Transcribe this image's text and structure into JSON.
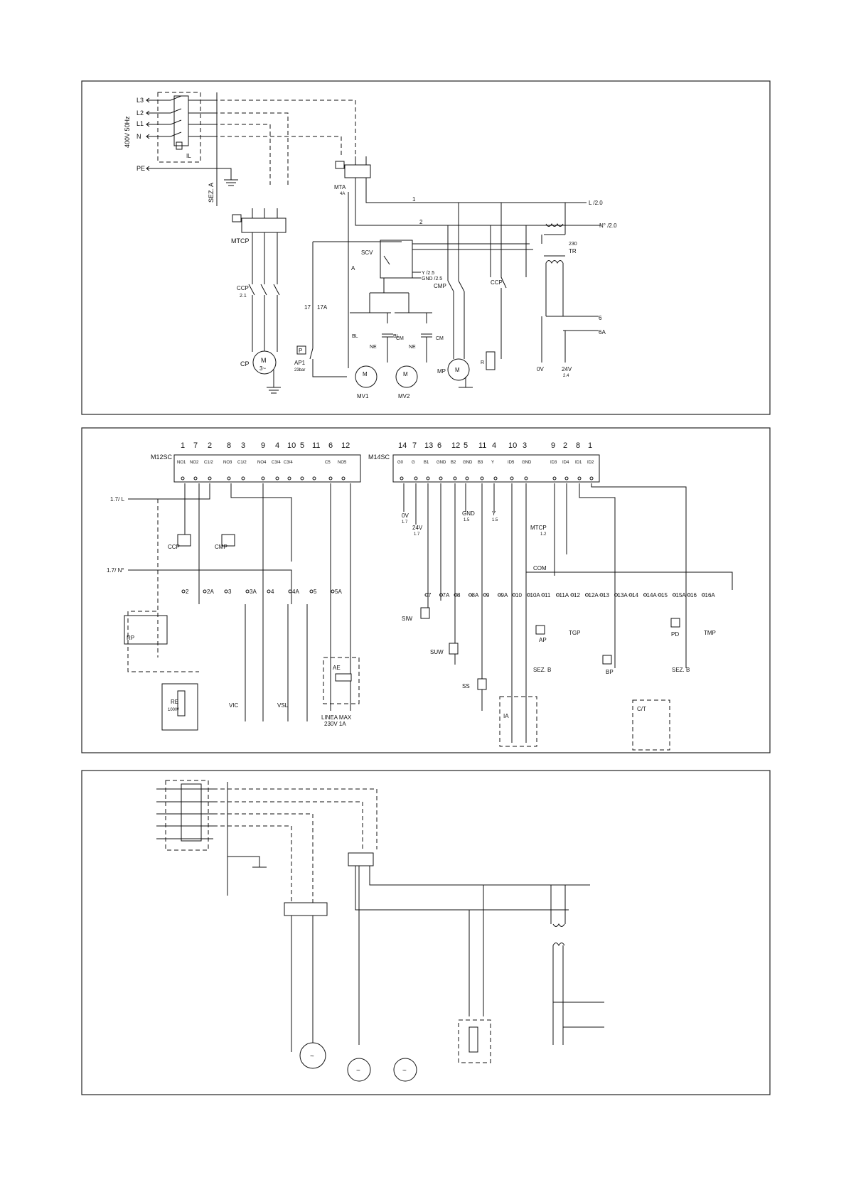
{
  "panel_a": {
    "supply_label": "400V 50Hz",
    "phases": [
      "L3",
      "L2",
      "L1",
      "N"
    ],
    "pe": "PE",
    "switch": "IL",
    "sez": "SEZ. A",
    "mtcp": "MTCP",
    "ccp": "CCP",
    "ccp_ref": "2.1",
    "cp": "CP",
    "ap1": "AP1",
    "ap1_sub": "23bar",
    "mta": "MTA",
    "mta_sub": "4A",
    "scv": "SCV",
    "out_l": "L /2.0",
    "out_n": "N° /2.0",
    "out_y": "Y /2.5",
    "out_gnd": "GND /2.5",
    "tr": "TR",
    "tr_v": "230",
    "cmp": "CMP",
    "mp": "MP",
    "mv1": "MV1",
    "mv2": "MV2",
    "v0": "0V",
    "v24": "24V",
    "ref24": "2.4",
    "t6": "6",
    "t6a": "6A"
  },
  "panel_b": {
    "m12": "M12SC",
    "m12_nums": [
      "1",
      "7",
      "2",
      "8",
      "3",
      "9",
      "4",
      "10",
      "5",
      "11",
      "6",
      "12"
    ],
    "m12_pins": [
      "NO1",
      "NO2",
      "C1/2",
      "NO3",
      "C1/2",
      "NO4",
      "C3/4",
      "C3/4",
      "",
      "",
      "C5",
      "NO5"
    ],
    "m14": "M14SC",
    "m14_nums": [
      "14",
      "7",
      "13",
      "6",
      "12",
      "5",
      "11",
      "4",
      "10",
      "3",
      "9",
      "2",
      "8",
      "1"
    ],
    "m14_pins": [
      "G0",
      "G",
      "B1",
      "GND",
      "B2",
      "GND",
      "B3",
      "Y",
      "ID5",
      "GND",
      "ID3",
      "ID4",
      "ID1",
      "ID2"
    ],
    "in_l": "1.7/ L",
    "in_n": "1.7/ N°",
    "ccp": "CCP",
    "cmp": "CMP",
    "rp": "RP",
    "re": "RE",
    "re_w": "100W",
    "vic": "VIC",
    "vsl": "VSL",
    "ae": "AE",
    "linea": "LINEA MAX",
    "linea_v": "230V 1A",
    "siw": "SIW",
    "suw": "SUW",
    "ss": "SS",
    "ia": "IA",
    "ap": "AP",
    "tgp": "TGP",
    "bp": "BP",
    "pd": "PD",
    "tmp": "TMP",
    "ct": "C/T",
    "com": "COM",
    "sez_b": "SEZ. B",
    "mtcp": "MTCP",
    "mtcp_ref": "1.2",
    "ov": "0V",
    "ov_ref": "1.7",
    "v24": "24V",
    "v24_ref": "1.7",
    "gnd": "GND",
    "gnd_ref": "1.5",
    "y": "Y",
    "y_ref": "1.5",
    "terms": [
      "7",
      "7A",
      "8",
      "8A",
      "9",
      "9A",
      "10",
      "10A",
      "11",
      "11A",
      "12",
      "12A",
      "13",
      "13A",
      "14",
      "14A",
      "15",
      "15A",
      "16",
      "16A"
    ],
    "terms_left": [
      "2",
      "2A",
      "3",
      "3A",
      "4",
      "4A",
      "5",
      "5A"
    ]
  }
}
